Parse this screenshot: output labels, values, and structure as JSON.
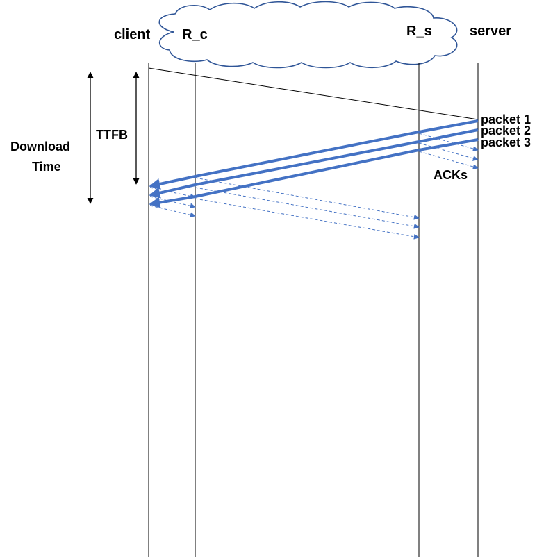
{
  "nodes": {
    "client": "client",
    "r_c": "R_c",
    "r_s": "R_s",
    "server": "server"
  },
  "labels": {
    "download_line1": "Download",
    "download_line2": "Time",
    "ttfb": "TTFB",
    "acks": "ACKs"
  },
  "packets": [
    "packet 1",
    "packet 2",
    "packet 3"
  ],
  "colors": {
    "line": "#000000",
    "packet": "#4472C4",
    "ack": "#4472C4",
    "cloud_fill": "#ffffff",
    "cloud_stroke": "#2F5597"
  }
}
